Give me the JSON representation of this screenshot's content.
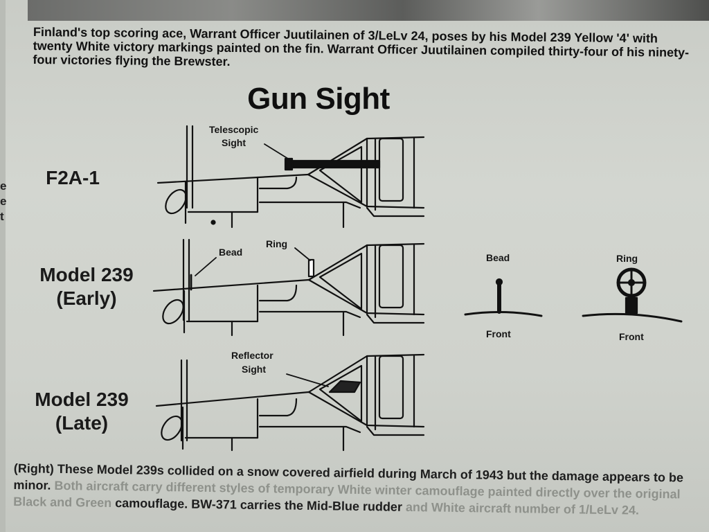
{
  "caption_top": "Finland's top scoring ace, Warrant Officer Juutilainen of 3/LeLv 24, poses by his Model 239 Yellow '4' with twenty White victory markings painted on the fin. Warrant Officer Juutilainen compiled thirty-four of his ninety-four victories flying the Brewster.",
  "section_title": "Gun Sight",
  "margin_letters": [
    "e",
    "e",
    "t"
  ],
  "variants": [
    {
      "line1": "F2A-1",
      "line2": ""
    },
    {
      "line1": "Model 239",
      "line2": "(Early)"
    },
    {
      "line1": "Model 239",
      "line2": "(Late)"
    }
  ],
  "callouts": {
    "telescopic_1": "Telescopic",
    "telescopic_2": "Sight",
    "bead": "Bead",
    "ring": "Ring",
    "reflector_1": "Reflector",
    "reflector_2": "Sight"
  },
  "detail_views": {
    "bead_title": "Bead",
    "bead_caption": "Front",
    "ring_title": "Ring",
    "ring_caption": "Front"
  },
  "caption_bottom": {
    "part1": "(Right) These Model 239s collided on a snow covered airfield during March of 1943 but the damage appears to be minor. ",
    "part2": "Both aircraft carry different styles of temporary White winter camouflage painted directly over the original Black and Green",
    "part3": " camouflage. BW-371 carries the Mid-Blue rudder ",
    "part4": "and White aircraft number of 1/LeLv 24."
  }
}
